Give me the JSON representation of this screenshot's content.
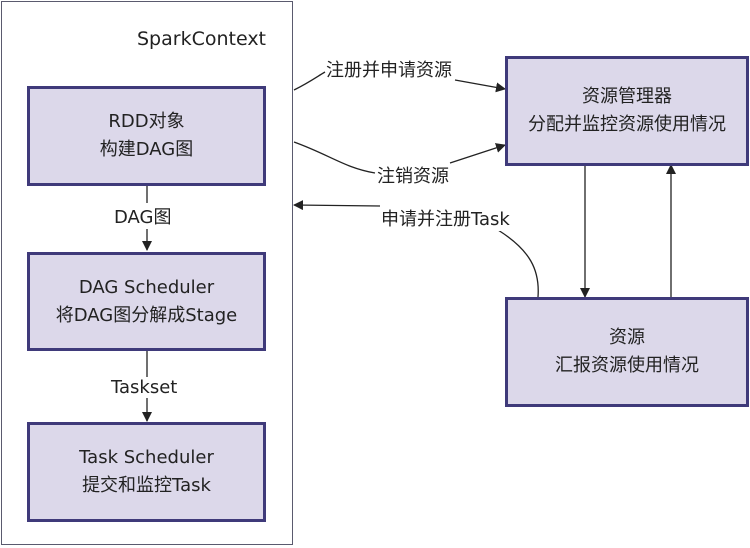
{
  "spark_context": {
    "title": "SparkContext",
    "nodes": {
      "rdd": {
        "line1": "RDD对象",
        "line2": "构建DAG图"
      },
      "dag_scheduler": {
        "line1": "DAG Scheduler",
        "line2": "将DAG图分解成Stage"
      },
      "task_scheduler": {
        "line1": "Task Scheduler",
        "line2": "提交和监控Task"
      }
    },
    "edge_labels": {
      "rdd_to_dag": "DAG图",
      "dag_to_task": "Taskset"
    }
  },
  "resource_manager": {
    "line1": "资源管理器",
    "line2": "分配并监控资源使用情况"
  },
  "resource": {
    "line1": "资源",
    "line2": "汇报资源使用情况"
  },
  "edge_labels": {
    "register_request": "注册并申请资源",
    "deregister": "注销资源",
    "request_register_task": "申请并注册Task"
  }
}
